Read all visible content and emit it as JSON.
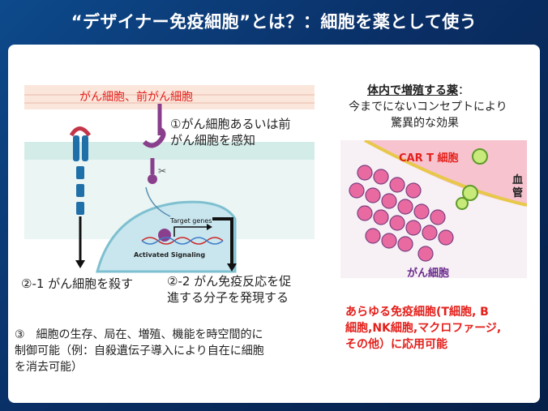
{
  "title": "“デザイナー免疫細胞”とは？：細胞を薬として使う",
  "diagram": {
    "cancer_cells_label": "がん細胞、前がん細胞",
    "sense_label_line1": "①がん細胞あるいは前",
    "sense_label_line2": "がん細胞を感知",
    "target_genes_label": "Target genes",
    "activated_signaling_label": "Activated Signaling",
    "kill_label": "②-1 がん細胞を殺す",
    "express_label_line1": "②-2 がん免疫反応を促",
    "express_label_line2": "進する分子を発現する"
  },
  "control_text": {
    "line1": "③　細胞の生存、局在、増殖、機能を時空間的に",
    "line2": "制御可能（例：自殺遺伝子導入により自在に細胞",
    "line3": "を消去可能）"
  },
  "right": {
    "heading_bold": "体内で増殖する薬",
    "heading_colon": "：",
    "subtitle_line1": "今までにないコンセプトにより",
    "subtitle_line2": "驚異的な効果",
    "car_t_label": "CAR T 細胞",
    "blood_vessel_label": "血管",
    "cancer_cell_label": "がん細胞",
    "applicable_line1": "あらゆる免疫細胞(T細胞, B",
    "applicable_line2": "細胞,NK細胞,マクロファージ,",
    "applicable_line3": "その他）に応用可能"
  },
  "colors": {
    "accent_red": "#e3201b",
    "receptor_blue": "#1f6fa8",
    "receptor_purple": "#8a3f8c",
    "cancer_purple": "#6a2a8c"
  }
}
